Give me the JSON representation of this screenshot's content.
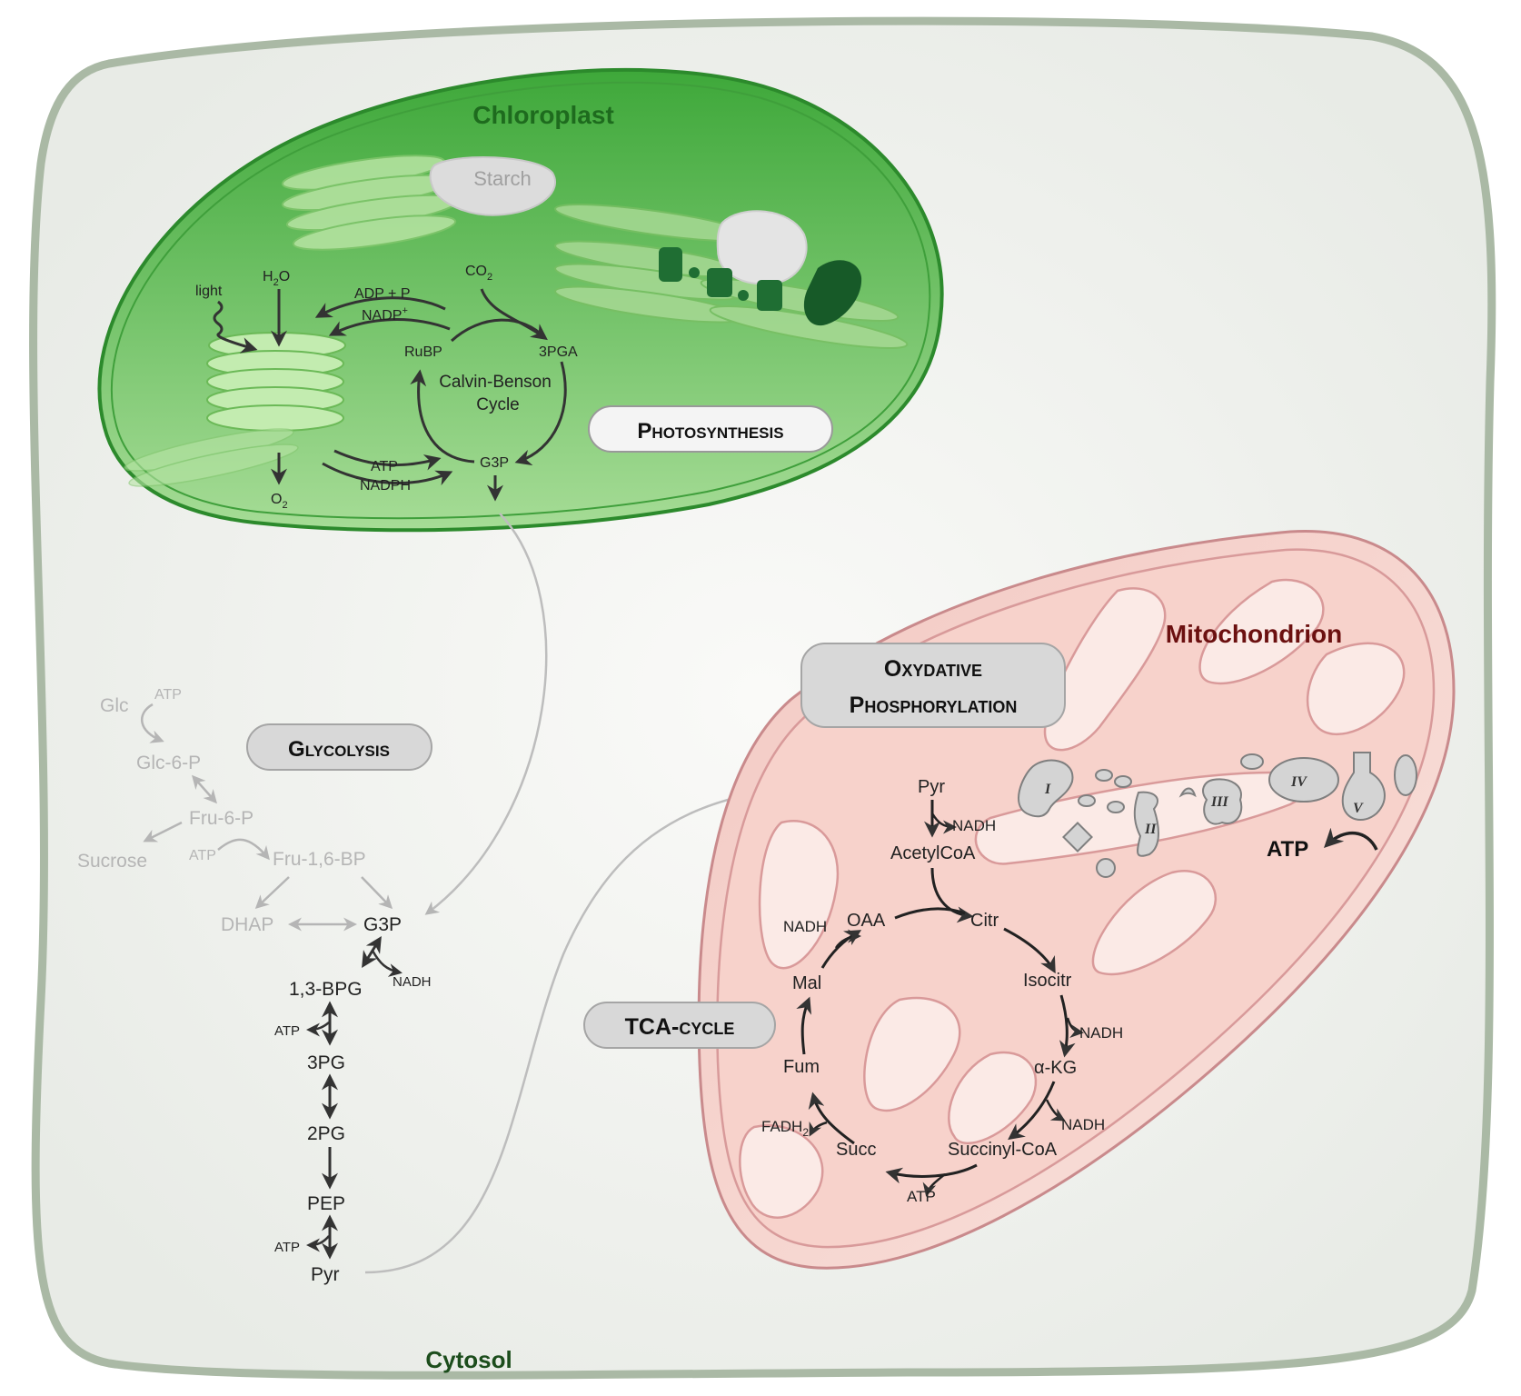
{
  "compartments": {
    "cytosol": "Cytosol",
    "chloroplast": "Chloroplast",
    "mitochondrion": "Mitochondrion",
    "starch": "Starch"
  },
  "processes": {
    "photosynthesis": "Photosynthesis",
    "glycolysis": "Glycolysis",
    "oxphos_line1": "Oxydative",
    "oxphos_line2": "Phosphorylation",
    "tca": "TCA-cycle"
  },
  "photosynthesis": {
    "light": "light",
    "h2o": "H",
    "h2o_sub": "2",
    "h2o_tail": "O",
    "o2": "O",
    "o2_sub": "2",
    "co2": "CO",
    "co2_sub": "2",
    "adp_p": "ADP + P",
    "nadp": "NADP",
    "nadp_sup": "+",
    "rubp": "RuBP",
    "pga3": "3PGA",
    "cycle_line1": "Calvin-Benson",
    "cycle_line2": "Cycle",
    "g3p": "G3P",
    "atp": "ATP",
    "nadph": "NADPH"
  },
  "glycolysis": {
    "glc": "Glc",
    "atp1": "ATP",
    "glc6p": "Glc-6-P",
    "fru6p": "Fru-6-P",
    "sucrose": "Sucrose",
    "atp2": "ATP",
    "fru16bp": "Fru-1,6-BP",
    "dhap": "DHAP",
    "g3p": "G3P",
    "nadh": "NADH",
    "bpg13": "1,3-BPG",
    "atp3": "ATP",
    "pg3": "3PG",
    "pg2": "2PG",
    "pep": "PEP",
    "atp4": "ATP",
    "pyr": "Pyr"
  },
  "tca": {
    "pyr": "Pyr",
    "nadh1": "NADH",
    "acetylcoa": "AcetylCoA",
    "citr": "Citr",
    "isocitr": "Isocitr",
    "nadh2": "NADH",
    "akg": "α-KG",
    "nadh3": "NADH",
    "succcoa": "Succinyl-CoA",
    "atp": "ATP",
    "succ": "Succ",
    "fadh2": "FADH",
    "fadh2_sub": "2",
    "fum": "Fum",
    "mal": "Mal",
    "oaa": "OAA",
    "nadh4": "NADH"
  },
  "etc": {
    "complex1": "I",
    "complex2": "II",
    "complex3": "III",
    "complex4": "IV",
    "complex5": "V",
    "atp": "ATP"
  },
  "colors": {
    "cytosol_fill": "#eef0ec",
    "cytosol_border": "#a9b8a4",
    "chloroplast_fill": "#7fc96e",
    "chloroplast_border": "#2f8f2f",
    "mito_fill": "#f6d7d2",
    "mito_border": "#c98a8c",
    "pill_fill": "#d6d6d6"
  }
}
